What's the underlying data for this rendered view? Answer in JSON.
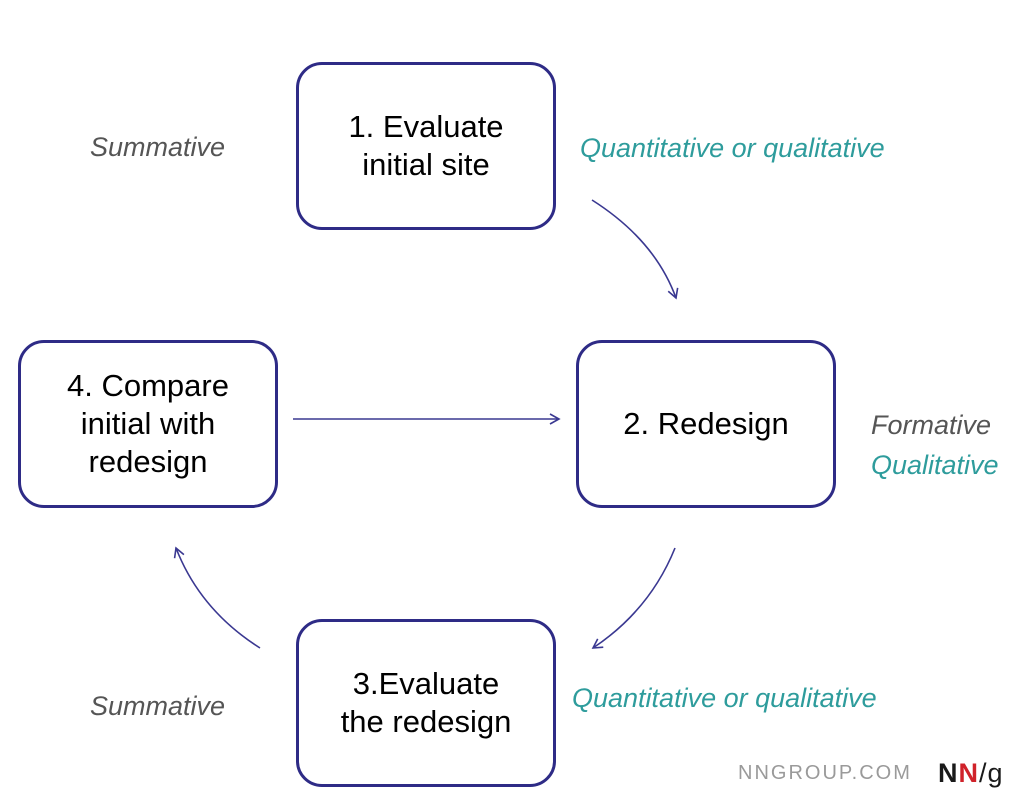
{
  "steps": {
    "step1": "1. Evaluate\ninitial site",
    "step2": "2. Redesign",
    "step3": "3.Evaluate\nthe redesign",
    "step4": "4. Compare\ninitial with\nredesign"
  },
  "annotations": {
    "summative_top": "Summative",
    "summative_bottom": "Summative",
    "quant_top": "Quantitative or qualitative",
    "quant_bottom": "Quantitative or qualitative",
    "formative": "Formative",
    "qualitative": "Qualitative"
  },
  "branding": {
    "site": "NNGROUP.COM",
    "logo_n1": "N",
    "logo_n2": "N",
    "logo_g": "/g"
  },
  "colors": {
    "box_border": "#2e2b86",
    "arrow": "#3a3891",
    "teal_text": "#2e9c9c",
    "grey_text": "#555555",
    "logo_red": "#d0222a"
  }
}
